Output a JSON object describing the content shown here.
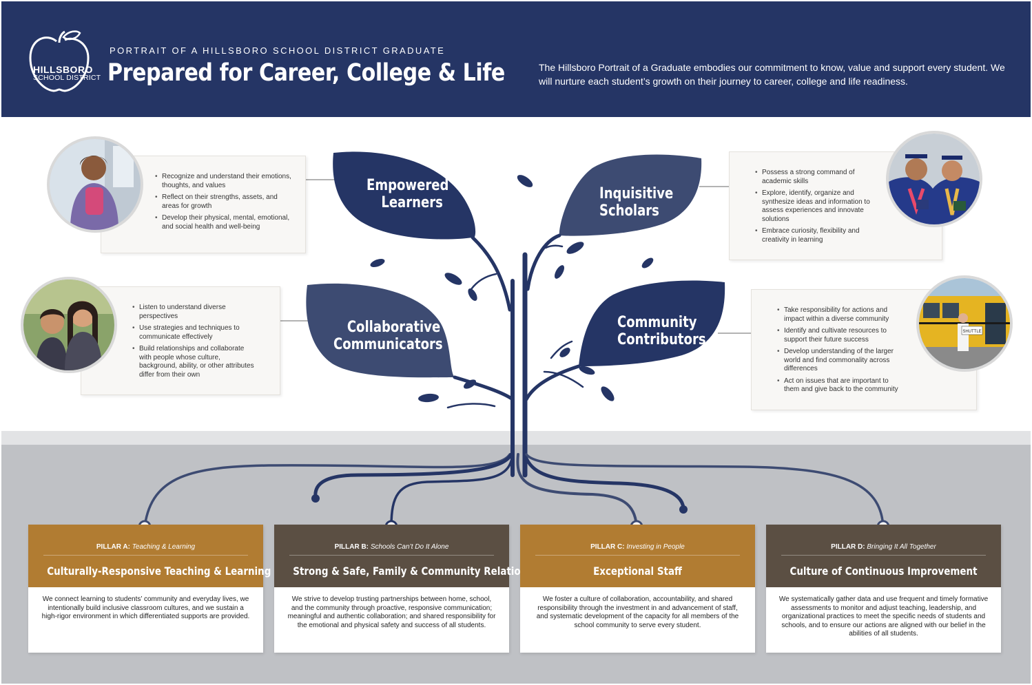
{
  "header": {
    "logo_line1": "HILLSBORO",
    "logo_line2": "SCHOOL DISTRICT",
    "eyebrow": "PORTRAIT OF A HILLSBORO SCHOOL DISTRICT GRADUATE",
    "title": "Prepared for Career, College & Life",
    "intro": "The Hillsboro Portrait of a Graduate embodies our commitment to know, value and support every student. We will nurture each student’s growth on their journey to career, college and life readiness."
  },
  "colors": {
    "navy": "#253565",
    "leaf_dark": "#253565",
    "leaf_mid": "#3d4b72",
    "gold": "#b17c32",
    "brown": "#5b4f43",
    "ground": "#bfc1c5"
  },
  "leaves": [
    {
      "label_line1": "Empowered",
      "label_line2": "Learners"
    },
    {
      "label_line1": "Inquisitive",
      "label_line2": "Scholars"
    },
    {
      "label_line1": "Collaborative",
      "label_line2": "Communicators"
    },
    {
      "label_line1": "Community",
      "label_line2": "Contributors"
    }
  ],
  "cards": {
    "empowered": [
      "Recognize and understand their emotions, thoughts, and values",
      "Reflect on their strengths, assets, and areas for growth",
      "Develop their physical, mental, emotional, and social health and well-being"
    ],
    "inquisitive": [
      "Possess a strong command of academic skills",
      "Explore, identify, organize and synthesize ideas and information to assess experiences and innovate solutions",
      "Embrace curiosity, flexibility and creativity in learning"
    ],
    "collaborative": [
      "Listen to understand diverse perspectives",
      "Use strategies and techniques to communicate effectively",
      "Build relationships and collaborate with people whose culture, background, ability, or other attributes differ from their own"
    ],
    "community": [
      "Take responsibility for actions and impact within a diverse community",
      "Identify and cultivate resources to support their future success",
      "Develop understanding of the larger world and find commonality across differences",
      "Act on issues that are important to them and give back to the community"
    ]
  },
  "photos": {
    "bus_sign": "SHUTTLE"
  },
  "pillars": [
    {
      "label": "PILLAR A:",
      "subtitle": "Teaching & Learning",
      "title": "Culturally-Responsive Teaching & Learning",
      "body": "We connect learning to students’ community and everyday lives, we intentionally build inclusive classroom cultures, and we sustain a high-rigor environment in which differentiated supports are provided."
    },
    {
      "label": "PILLAR B:",
      "subtitle": "Schools Can’t Do It Alone",
      "title": "Strong & Safe, Family & Community Relationships",
      "body": "We strive to develop trusting partnerships between home, school, and the community through proactive, responsive communication; meaningful and authentic collaboration; and shared responsibility for the emotional and physical safety and success of all students."
    },
    {
      "label": "PILLAR C:",
      "subtitle": "Investing in People",
      "title": "Exceptional Staff",
      "body": "We foster a culture of collaboration, accountability, and shared responsibility through the investment in and advancement of staff, and systematic development of the capacity for all members of the school community to serve every student."
    },
    {
      "label": "PILLAR D:",
      "subtitle": "Bringing It All Together",
      "title": "Culture of Continuous Improvement",
      "body": "We systematically gather data and use frequent and timely formative assessments to monitor and adjust teaching, leadership, and organizational practices to meet the specific needs of students and schools, and to ensure our actions are aligned with our belief in the abilities of all students."
    }
  ]
}
